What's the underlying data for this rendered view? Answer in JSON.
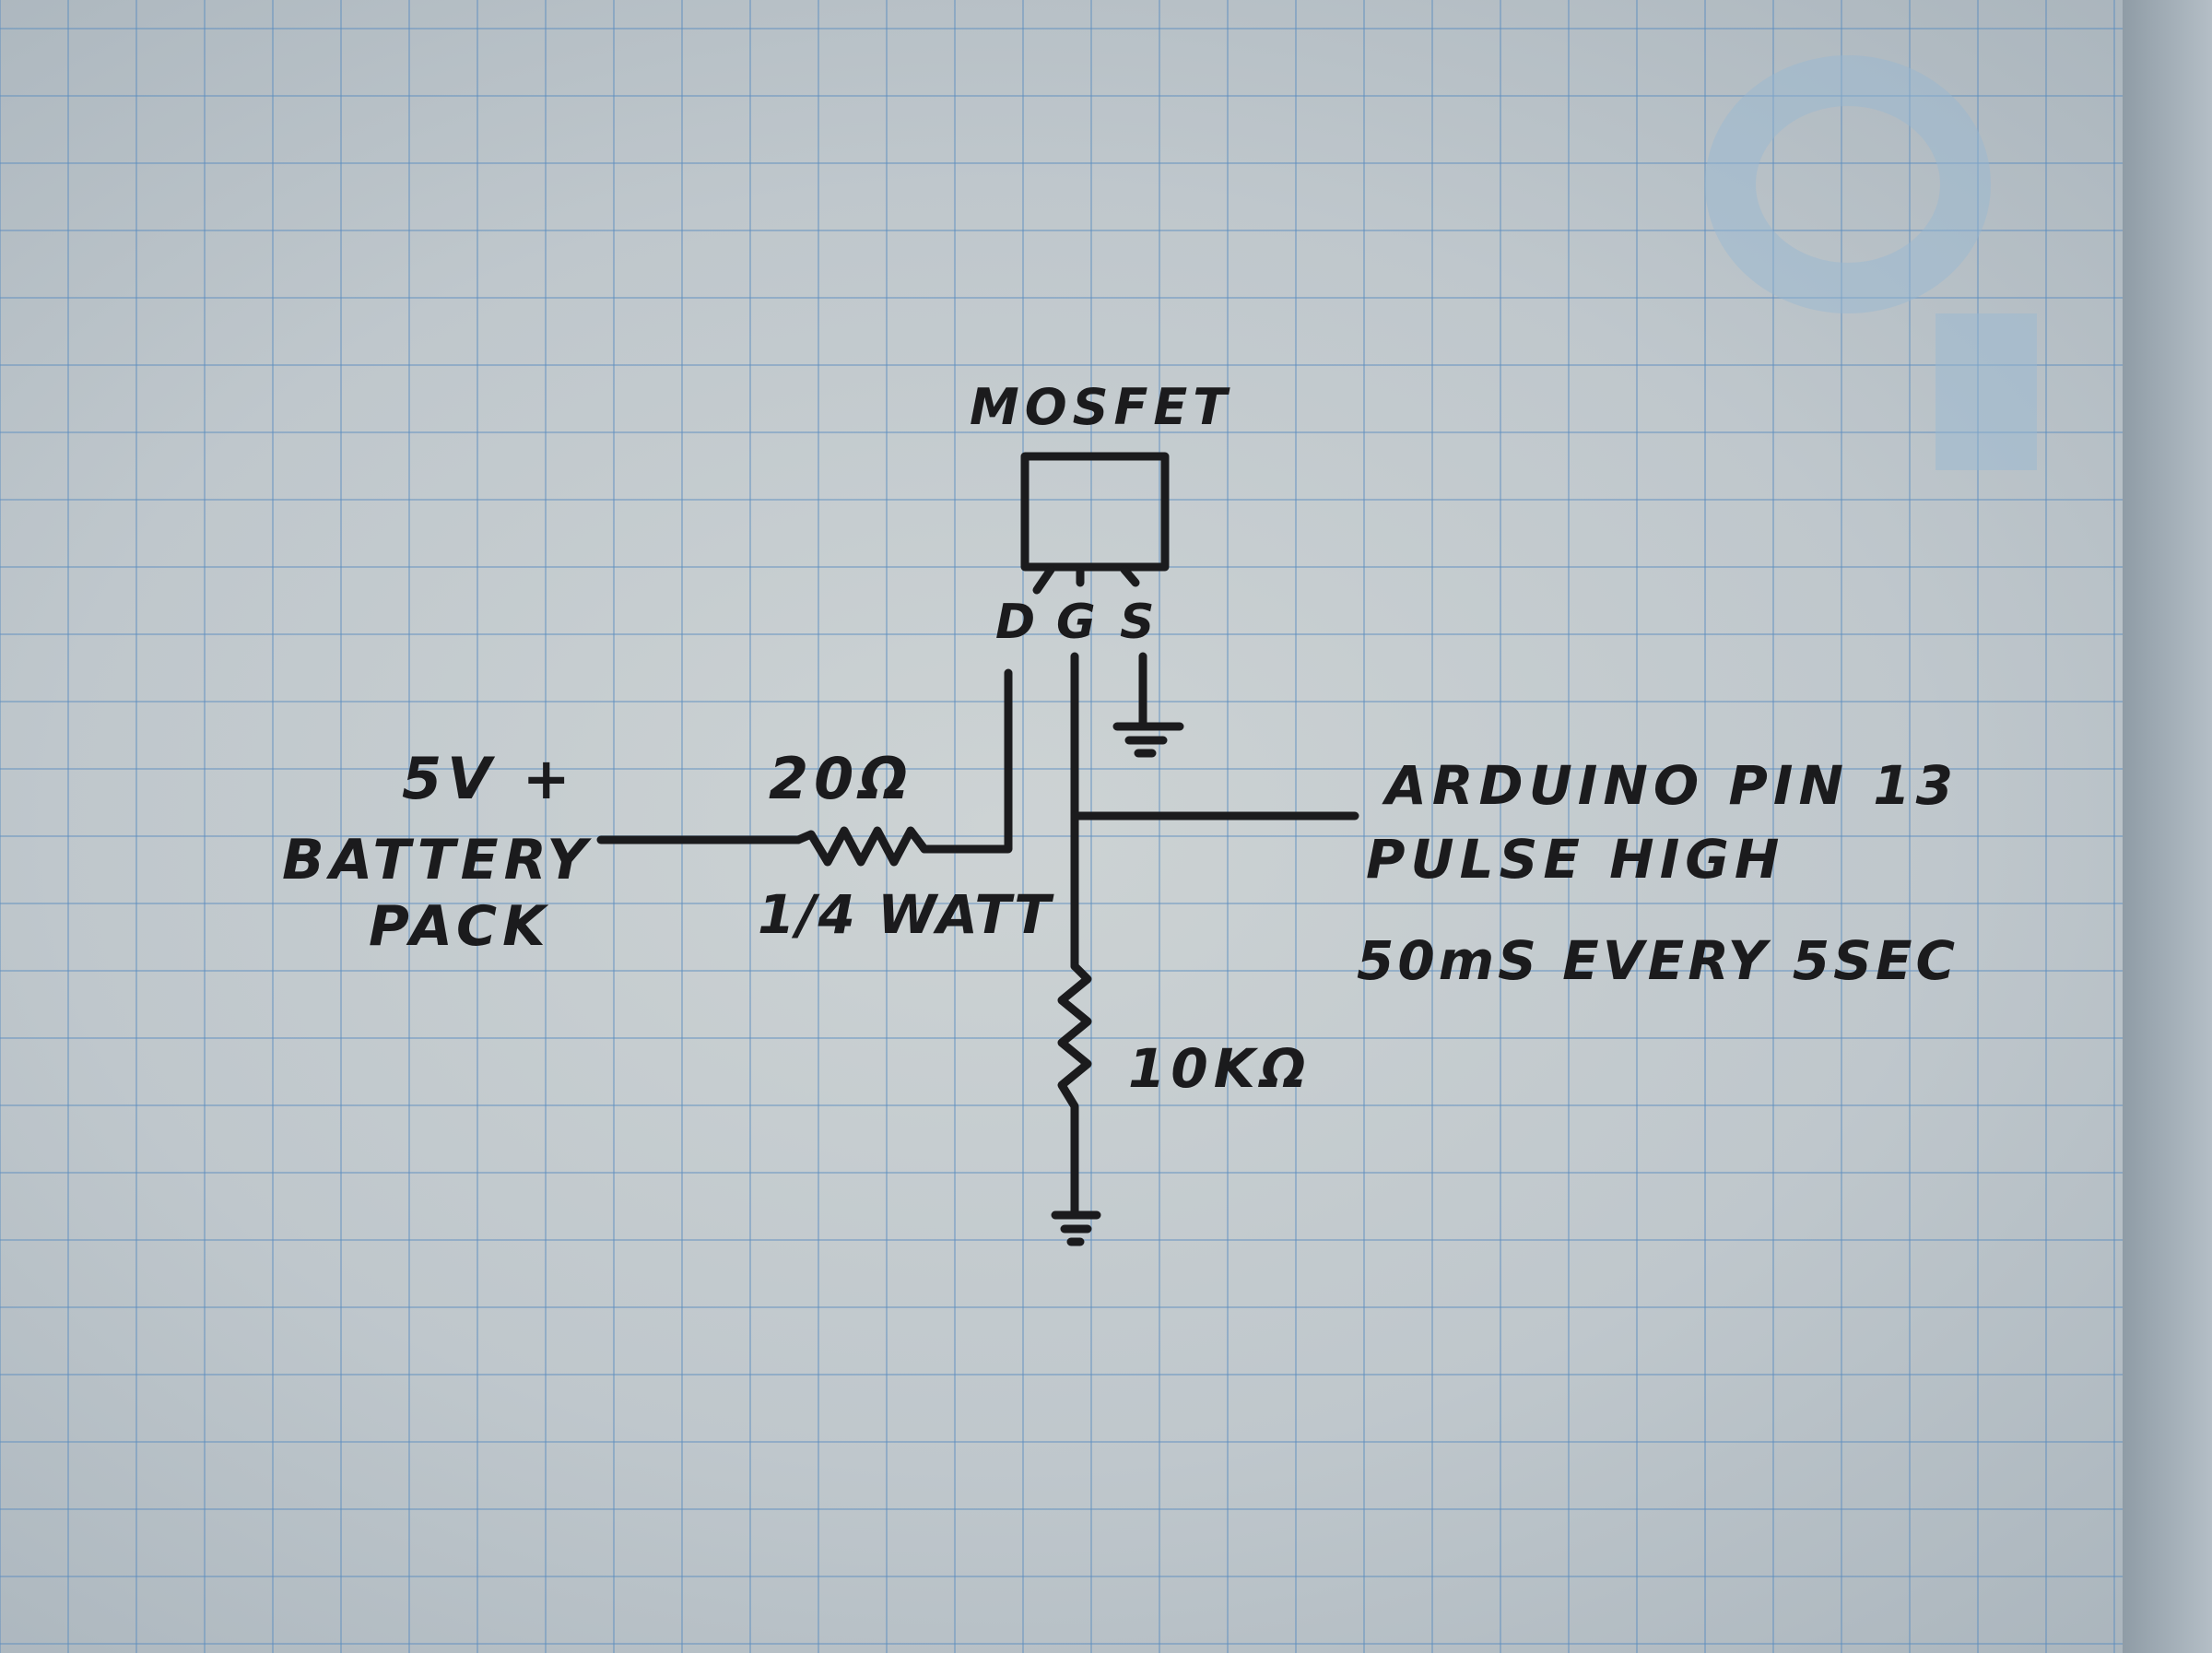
{
  "title": "MOSFET",
  "pins": {
    "drain": "D",
    "gate": "G",
    "source": "S"
  },
  "source_label": {
    "line1": "5V +",
    "line2": "BATTERY",
    "line3": "PACK"
  },
  "drain_resistor": {
    "value": "20Ω",
    "rating": "1/4 WATT"
  },
  "gate_resistor": {
    "value": "10KΩ"
  },
  "signal": {
    "line1": "ARDUINO PIN 13",
    "line2": "PULSE HIGH",
    "line3": "50mS EVERY 5SEC"
  },
  "colors": {
    "ink": "#1b1b1d",
    "grid": "#5a8cbe"
  }
}
